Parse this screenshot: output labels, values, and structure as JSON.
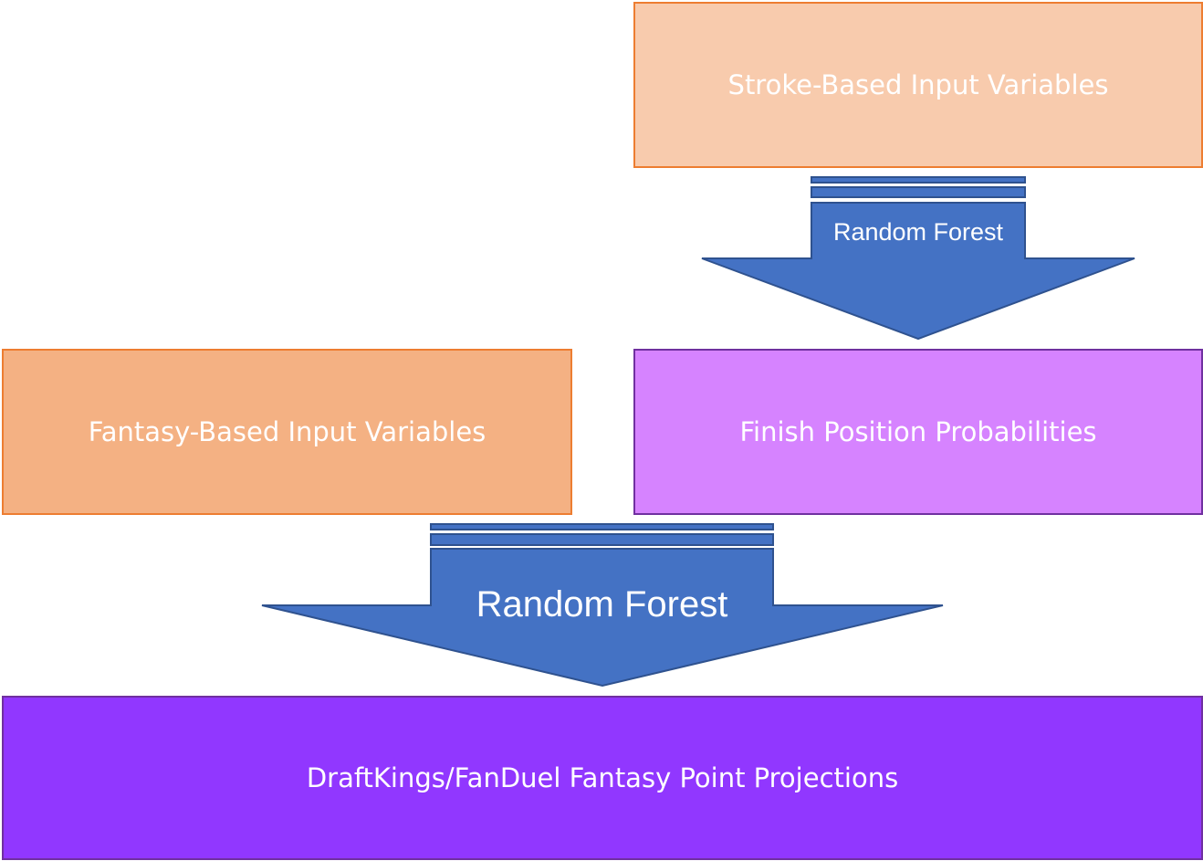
{
  "boxes": {
    "stroke": "Stroke-Based Input Variables",
    "fantasy": "Fantasy-Based Input Variables",
    "finish": "Finish Position Probabilities",
    "projections": "DraftKings/FanDuel Fantasy Point Projections"
  },
  "arrows": {
    "top": "Random Forest",
    "bottom": "Random Forest"
  },
  "colors": {
    "arrow_fill": "#4472C4",
    "arrow_stroke": "#2F528F"
  }
}
